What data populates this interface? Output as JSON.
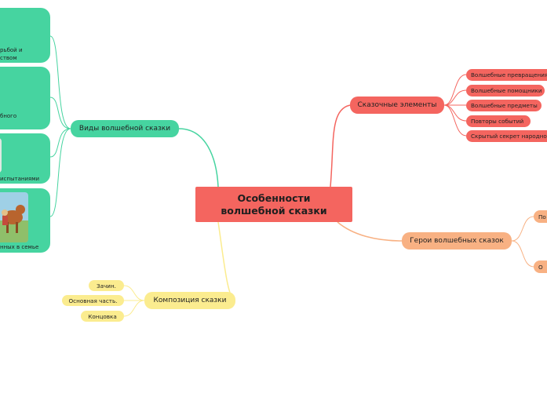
{
  "central": {
    "title": "Особенности волшебной сказки"
  },
  "branches": {
    "elements": {
      "label": "Сказочные элементы",
      "items": [
        "Волшебные превращения",
        "Волшебные помощники",
        "Волшебные предметы",
        "Повторы событий",
        "Скрытый секрет народной"
      ]
    },
    "heroes": {
      "label": "Герои волшебных сказок",
      "items": [
        "По",
        "О"
      ]
    },
    "types": {
      "label": "Виды волшебной сказки",
      "cards": [
        {
          "line1": "рьбой и",
          "line2": "ством"
        },
        {
          "line1": "бного"
        },
        {
          "line1": "испытаниями"
        },
        {
          "line1": "нных в семье"
        }
      ]
    },
    "composition": {
      "label": "Композиция сказки",
      "items": [
        "Зачин.",
        "Основная часть.",
        "Концовка"
      ]
    }
  },
  "colors": {
    "red": "#f4655f",
    "orange": "#f8b183",
    "green": "#46d4a0",
    "yellow": "#fbec8f"
  }
}
